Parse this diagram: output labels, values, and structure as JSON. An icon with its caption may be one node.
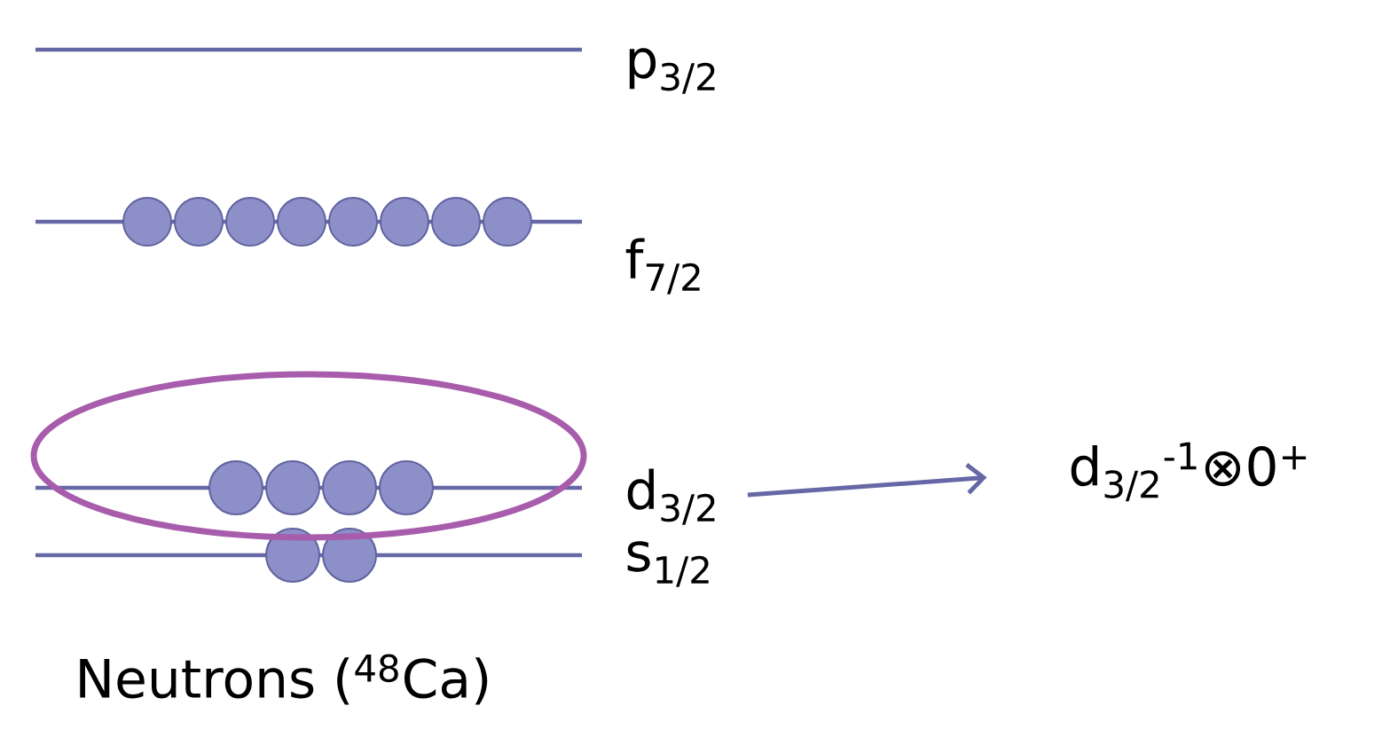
{
  "diagram": {
    "nodes": [
      {
        "text": [
          "d$_{3/2}$"
        ]
      },
      {
        "text": [
          "d$_{3/2}$$^{-1}$⊗0$^{+}$"
        ]
      }
    ],
    "edges": [
      {
        "from": 0,
        "to": 1,
        "arrow": "to"
      }
    ],
    "labels": [
      "p$_{3/2}$",
      "f$_{7/2}$",
      "s$_{1/2}$",
      "Neutrons ($^{48}$Ca)"
    ]
  }
}
